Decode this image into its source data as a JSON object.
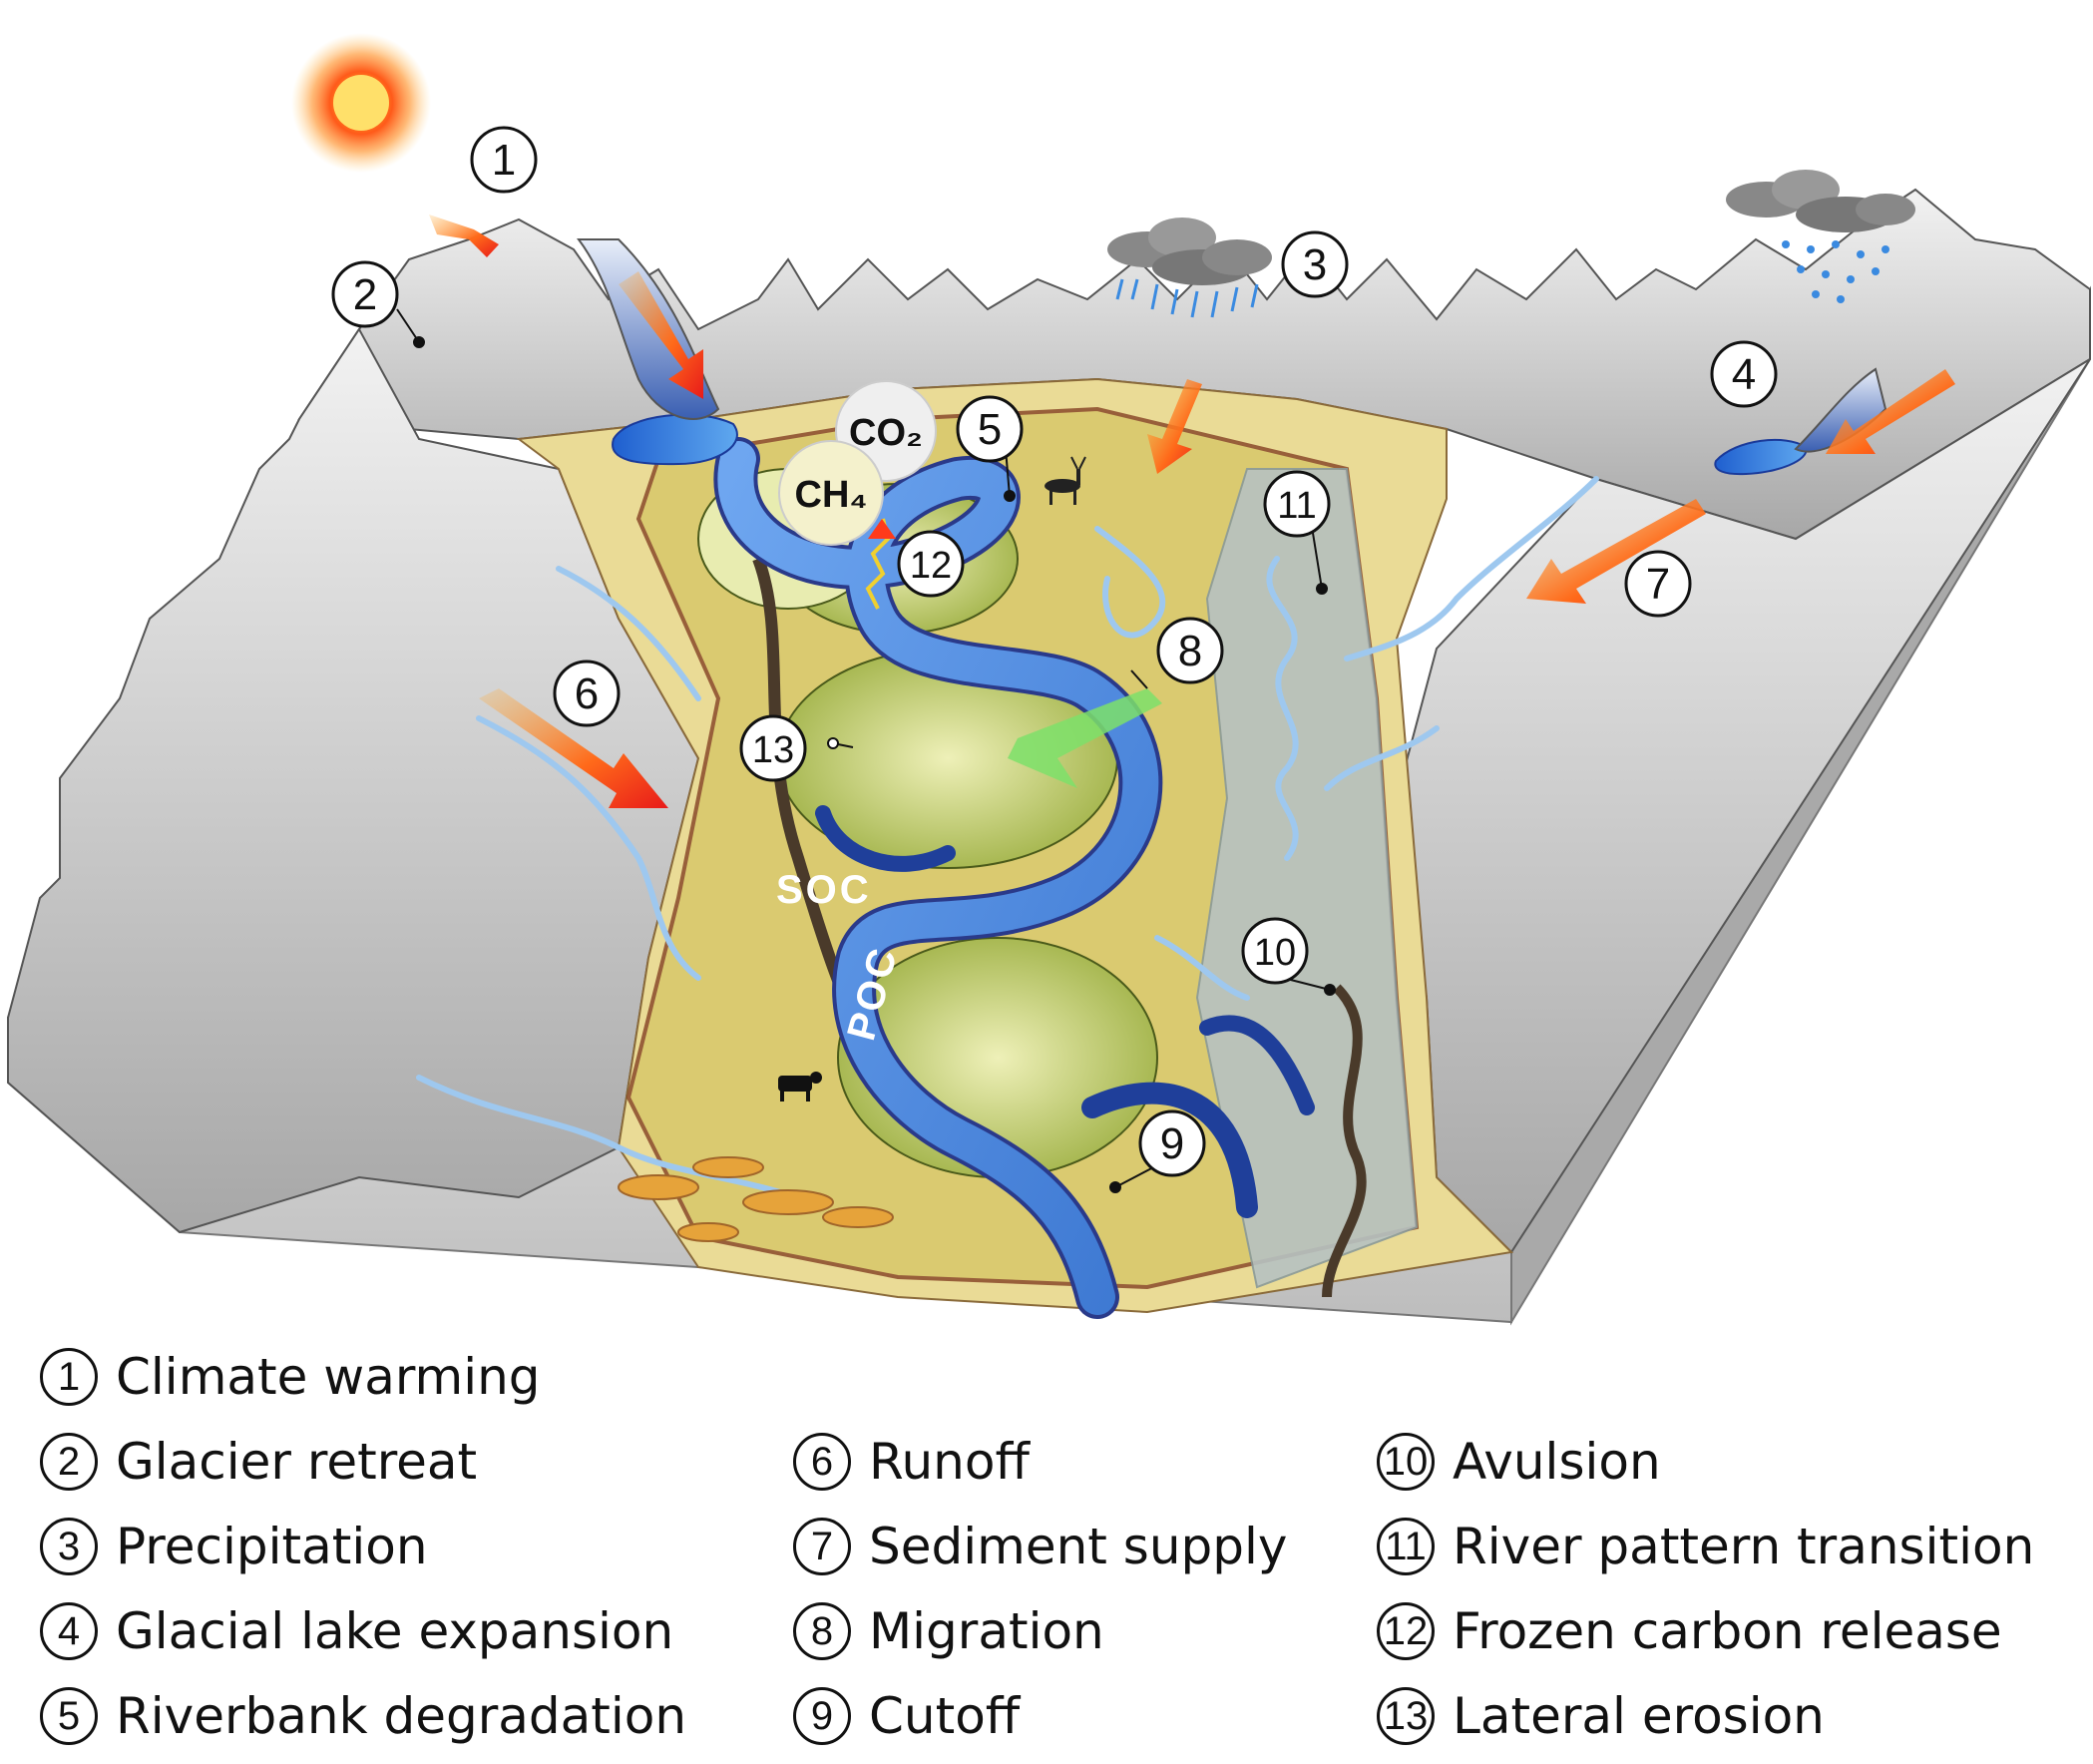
{
  "callouts": [
    {
      "id": "1",
      "label": "1"
    },
    {
      "id": "2",
      "label": "2"
    },
    {
      "id": "3",
      "label": "3"
    },
    {
      "id": "4",
      "label": "4"
    },
    {
      "id": "5",
      "label": "5"
    },
    {
      "id": "6",
      "label": "6"
    },
    {
      "id": "7",
      "label": "7"
    },
    {
      "id": "8",
      "label": "8"
    },
    {
      "id": "9",
      "label": "9"
    },
    {
      "id": "10",
      "label": "10"
    },
    {
      "id": "11",
      "label": "11"
    },
    {
      "id": "12",
      "label": "12"
    },
    {
      "id": "13",
      "label": "13"
    }
  ],
  "gases": {
    "co2": "CO₂",
    "ch4": "CH₄"
  },
  "carbon": {
    "soc": "SOC",
    "poc": "POC"
  },
  "legend": [
    {
      "num": "1",
      "label": "Climate warming"
    },
    {
      "num": "2",
      "label": "Glacier retreat"
    },
    {
      "num": "3",
      "label": "Precipitation"
    },
    {
      "num": "4",
      "label": "Glacial lake expansion"
    },
    {
      "num": "5",
      "label": "Riverbank degradation"
    },
    {
      "num": "6",
      "label": "Runoff"
    },
    {
      "num": "7",
      "label": "Sediment supply"
    },
    {
      "num": "8",
      "label": "Migration"
    },
    {
      "num": "9",
      "label": "Cutoff"
    },
    {
      "num": "10",
      "label": "Avulsion"
    },
    {
      "num": "11",
      "label": "River pattern transition"
    },
    {
      "num": "12",
      "label": "Frozen carbon release"
    },
    {
      "num": "13",
      "label": "Lateral erosion"
    }
  ],
  "colors": {
    "sun": "#ff5a1a",
    "river": "#4f8fe0",
    "floodplain": "#e8d58a",
    "meander_scroll": "#a9b84a",
    "mountain": "#c9c9c9",
    "arrow": "#ff4a1a",
    "oxbow": "#1f3f9a"
  },
  "icons": [
    "sun-icon",
    "rain-cloud-icon",
    "snow-cloud-icon",
    "deer-icon",
    "cow-icon",
    "migration-arrow-icon"
  ]
}
